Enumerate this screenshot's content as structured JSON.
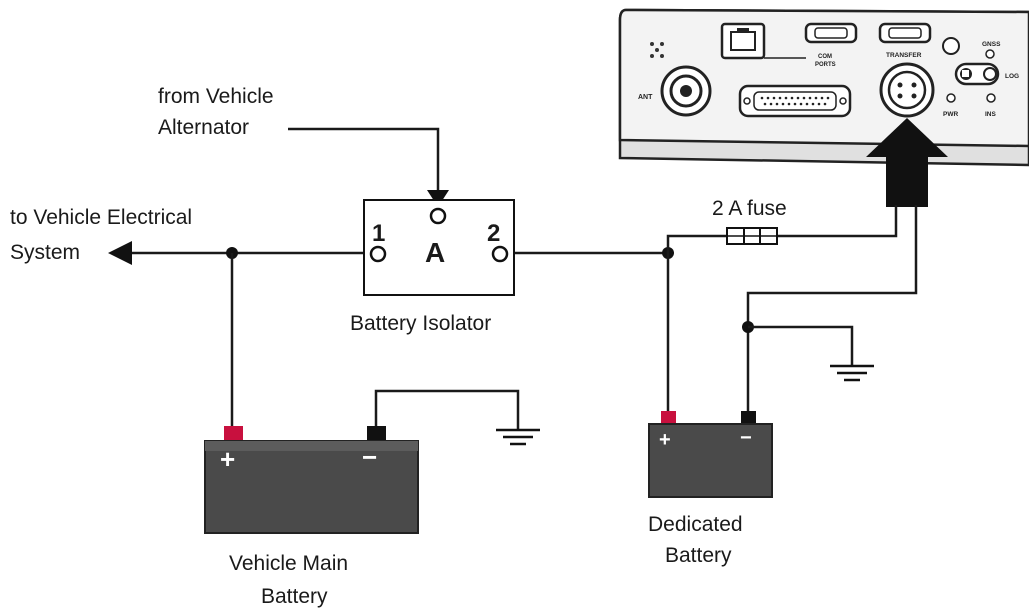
{
  "labels": {
    "from_alternator_line1": "from Vehicle",
    "from_alternator_line2": "Alternator",
    "to_electrical_line1": "to Vehicle Electrical",
    "to_electrical_line2": "System",
    "isolator_terminal_1": "1",
    "isolator_terminal_a": "A",
    "isolator_terminal_2": "2",
    "battery_isolator": "Battery Isolator",
    "fuse": "2 A fuse",
    "main_battery_line1": "Vehicle Main",
    "main_battery_line2": "Battery",
    "dedicated_battery_line1": "Dedicated",
    "dedicated_battery_line2": "Battery",
    "plus_sign": "+",
    "minus_sign": "−"
  },
  "device": {
    "ant": "ANT",
    "com_ports_line1": "COM",
    "com_ports_line2": "PORTS",
    "transfer": "TRANSFER",
    "gnss": "GNSS",
    "log": "LOG",
    "pwr": "PWR",
    "ins": "INS"
  },
  "colors": {
    "wire": "#1a1a1a",
    "battery_body": "#4a4a4a",
    "positive_terminal": "#c8103e",
    "negative_terminal": "#111111",
    "device_body": "#f2f2f2"
  }
}
